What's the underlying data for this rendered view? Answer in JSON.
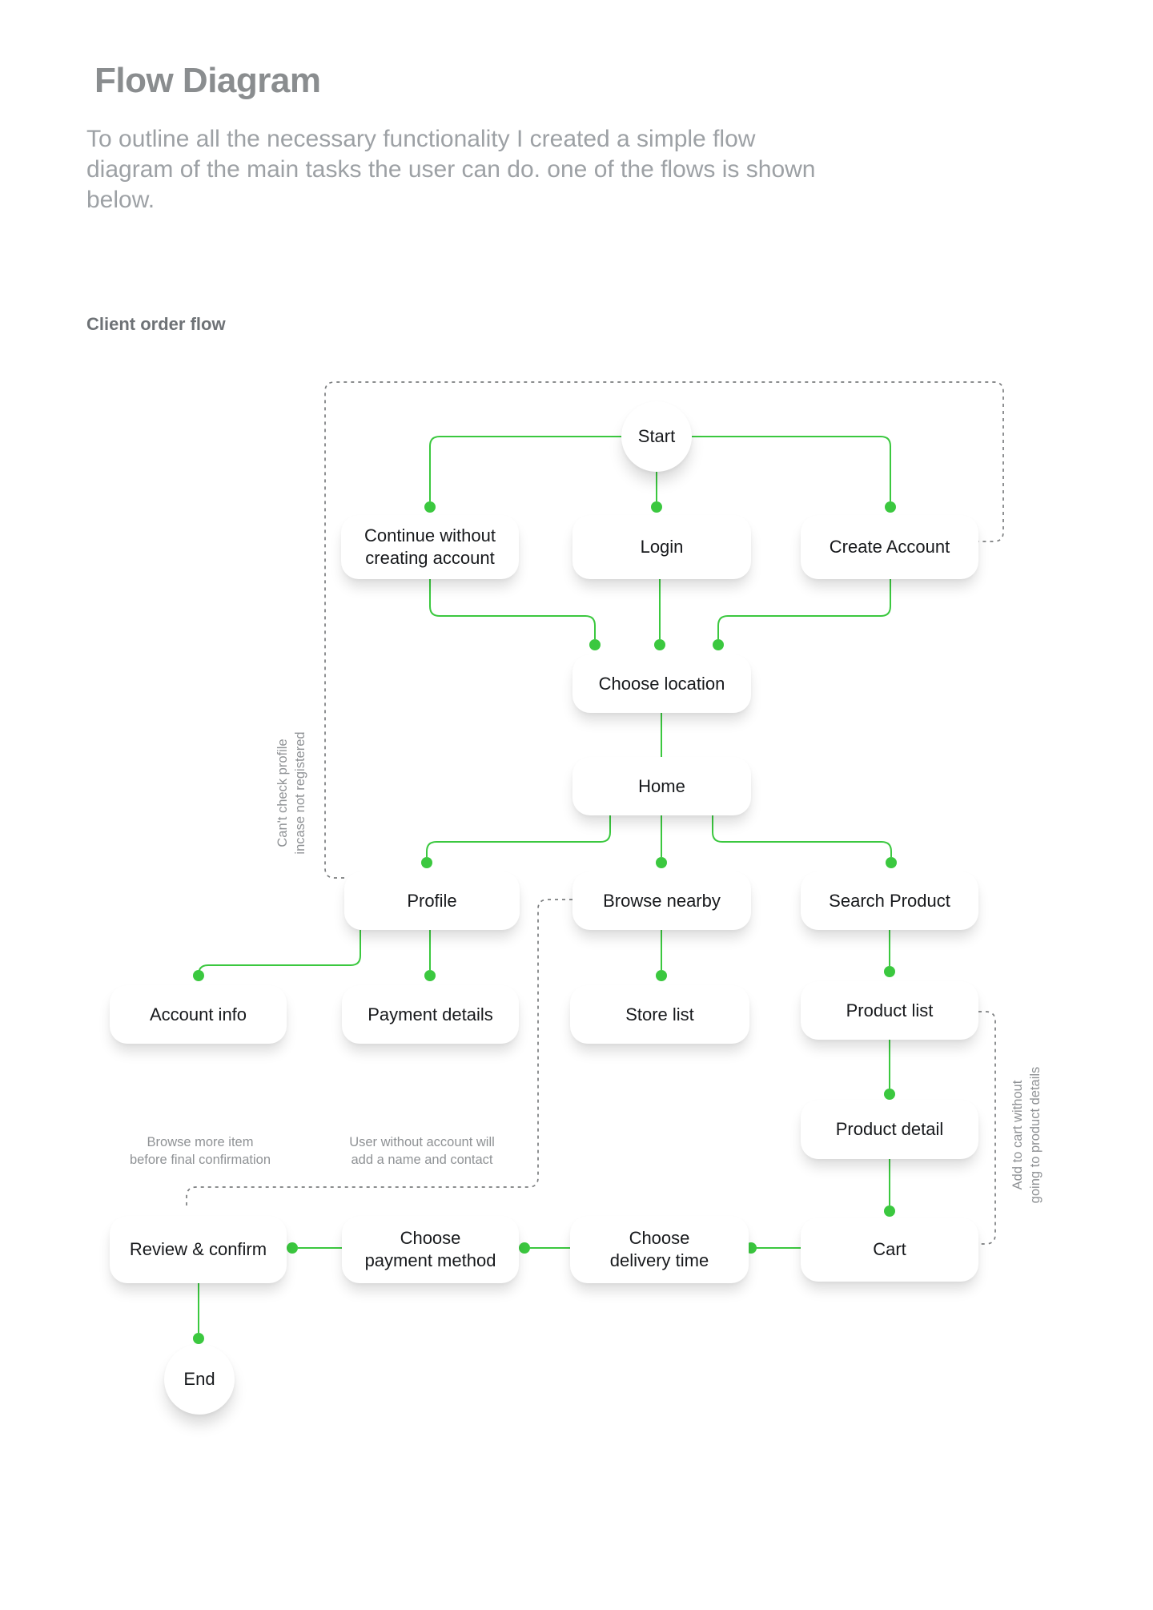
{
  "page": {
    "title": "Flow Diagram",
    "description_lines": [
      "To outline all the necessary functionality I created a simple flow",
      "diagram of the main tasks the user can do. one of the flows is shown",
      "below."
    ],
    "section_label": "Client order flow"
  },
  "colors": {
    "accent": "#3bc83f",
    "dashed": "#7b7d7f"
  },
  "nodes": [
    {
      "id": "start",
      "label": "Start"
    },
    {
      "id": "continue-without-account",
      "label": "Continue without\ncreating account"
    },
    {
      "id": "login",
      "label": "Login"
    },
    {
      "id": "create-account",
      "label": "Create Account"
    },
    {
      "id": "choose-location",
      "label": "Choose location"
    },
    {
      "id": "home",
      "label": "Home"
    },
    {
      "id": "profile",
      "label": "Profile"
    },
    {
      "id": "browse-nearby",
      "label": "Browse nearby"
    },
    {
      "id": "search-product",
      "label": "Search Product"
    },
    {
      "id": "account-info",
      "label": "Account info"
    },
    {
      "id": "payment-details",
      "label": "Payment details"
    },
    {
      "id": "store-list",
      "label": "Store list"
    },
    {
      "id": "product-list",
      "label": "Product list"
    },
    {
      "id": "product-detail",
      "label": "Product detail"
    },
    {
      "id": "review-confirm",
      "label": "Review & confirm"
    },
    {
      "id": "choose-payment-method",
      "label": "Choose\npayment method"
    },
    {
      "id": "choose-delivery-time",
      "label": "Choose\ndelivery time"
    },
    {
      "id": "cart",
      "label": "Cart"
    },
    {
      "id": "end",
      "label": "End"
    }
  ],
  "annotations": {
    "cant_check_profile": {
      "line1": "Can't check profile",
      "line2": "incase not registered"
    },
    "browse_more": {
      "line1": "Browse more item",
      "line2": "before final confirmation"
    },
    "user_without_account": {
      "line1": "User without account will",
      "line2": "add a name and contact"
    },
    "add_to_cart": {
      "line1": "Add to cart without",
      "line2": "going to product details"
    }
  }
}
